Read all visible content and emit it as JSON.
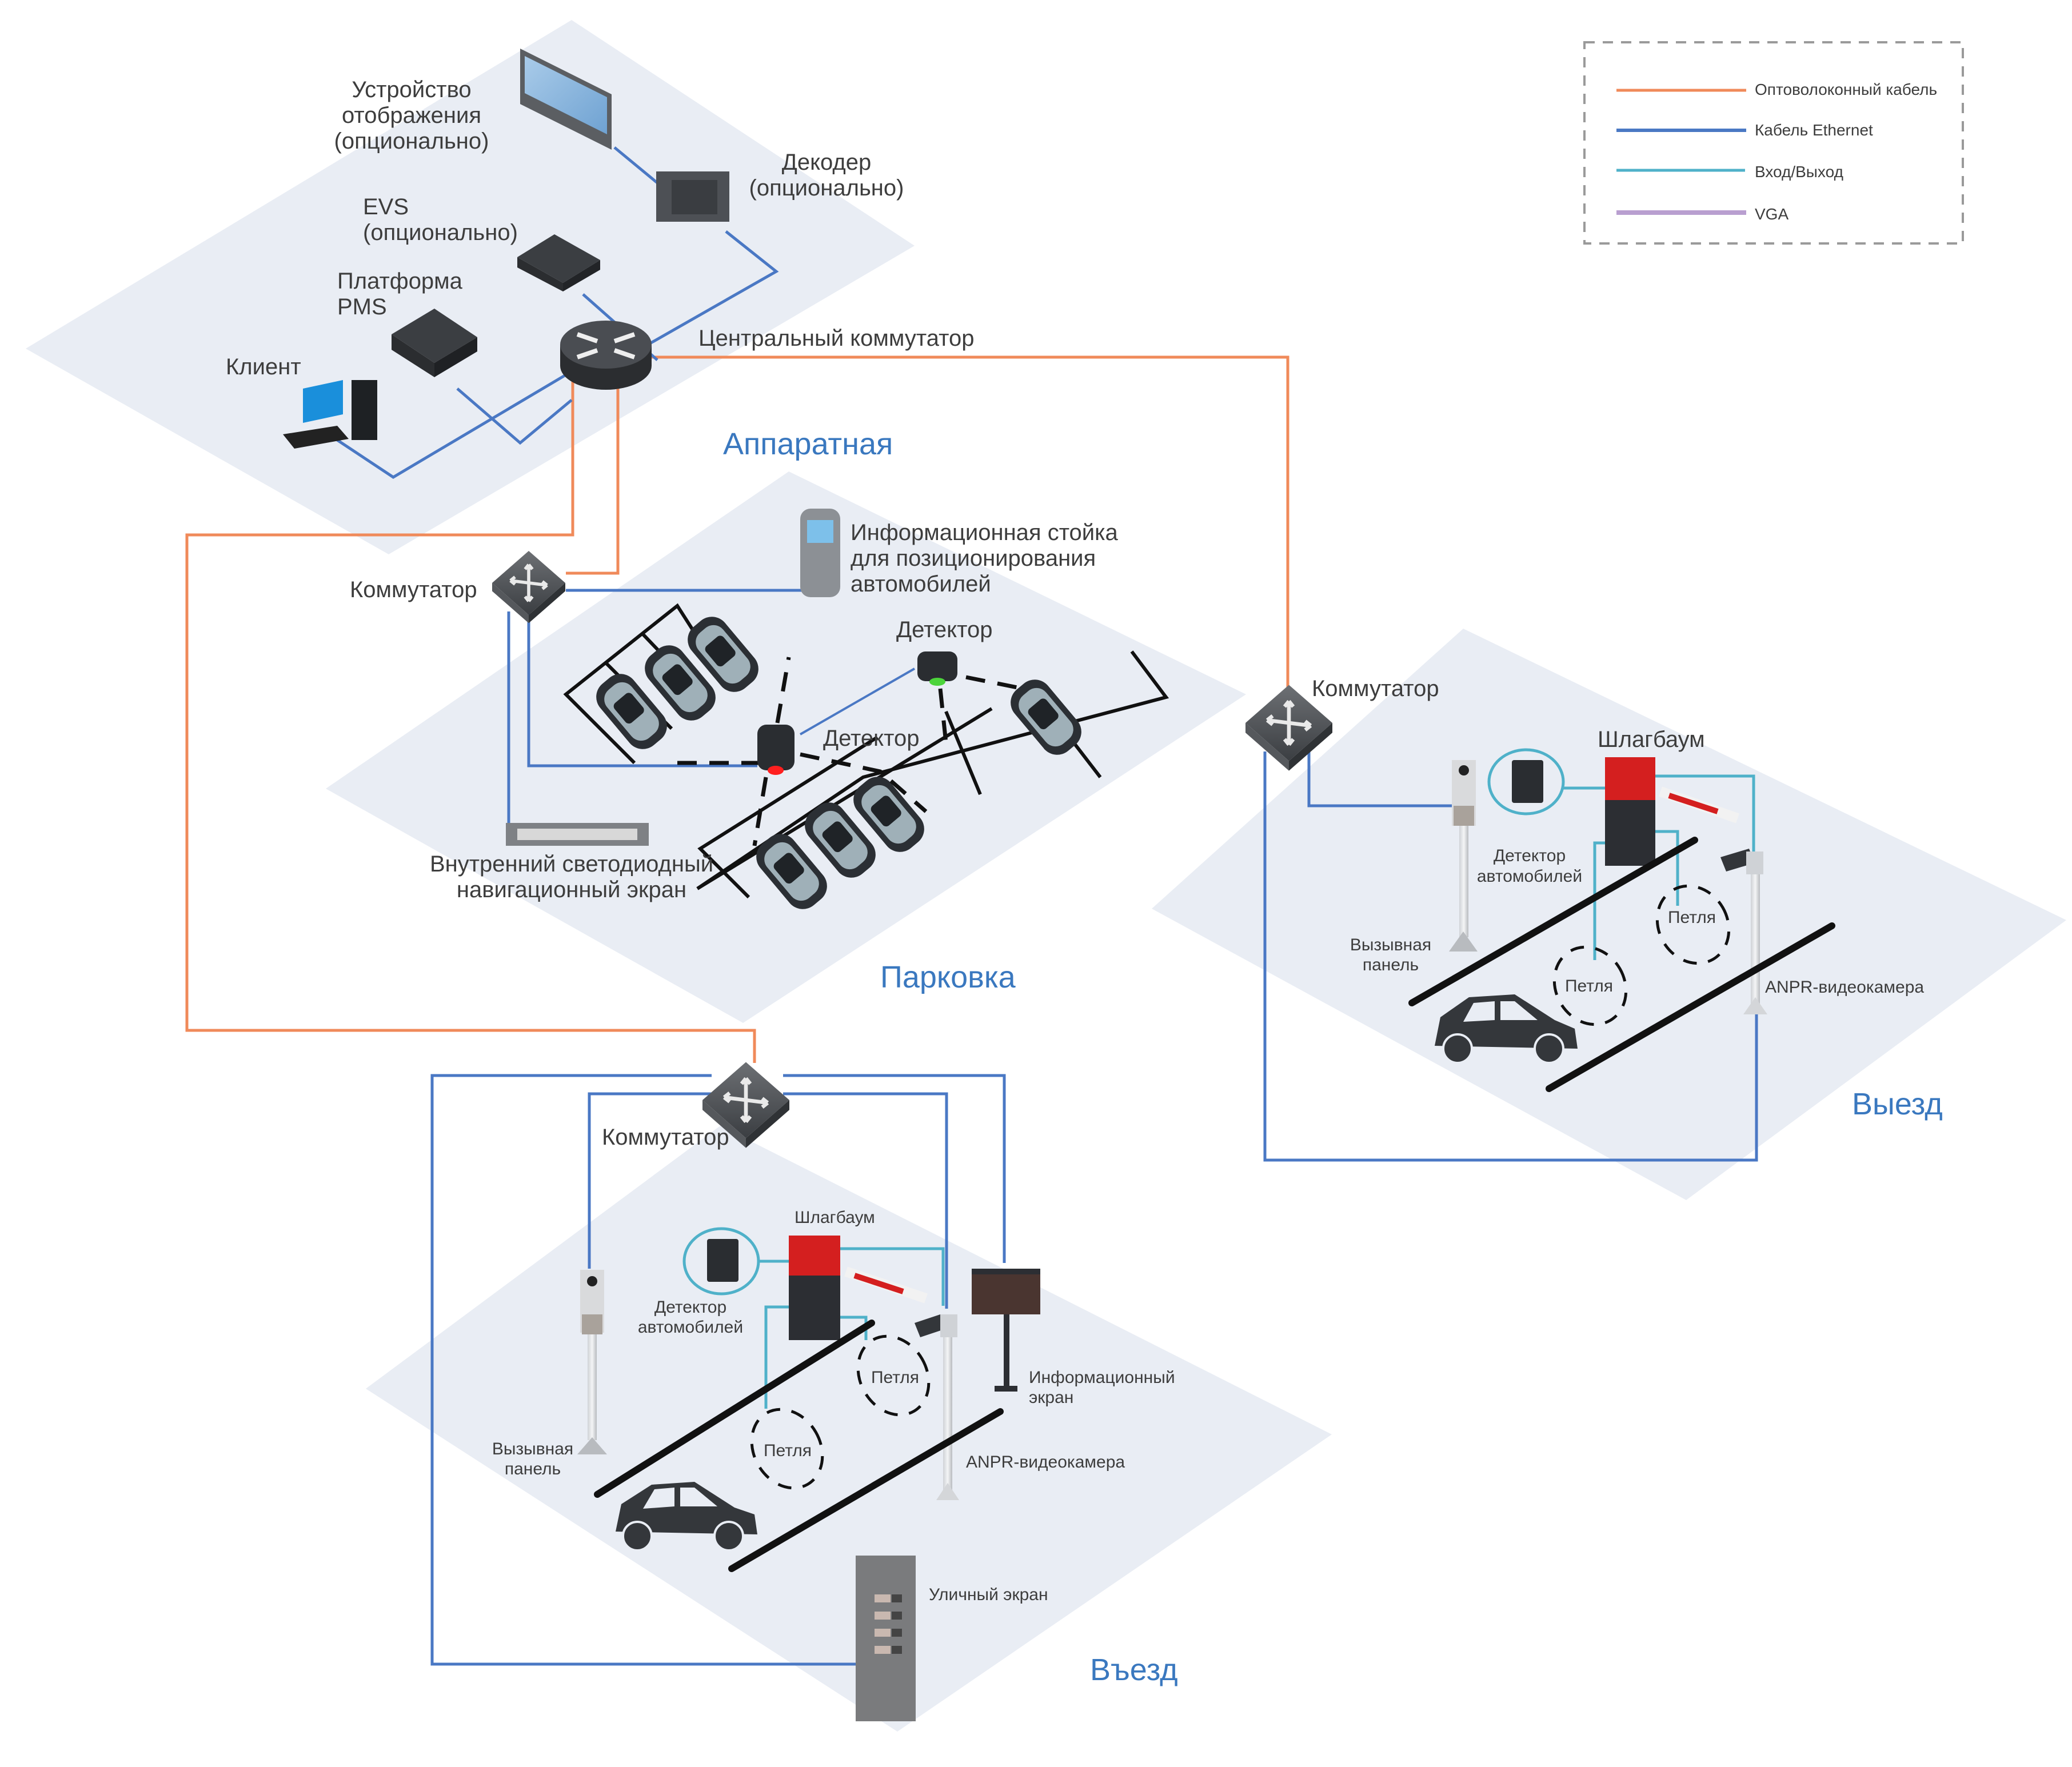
{
  "legend": {
    "items": [
      {
        "label": "Оптоволоконный кабель",
        "color": "#f08a5a"
      },
      {
        "label": "Кабель Ethernet",
        "color": "#4a78c4"
      },
      {
        "label": "Вход/Выход",
        "color": "#4fb1c9"
      },
      {
        "label": "VGA",
        "color": "#b99fd0"
      }
    ]
  },
  "zones": {
    "server_room": "Аппаратная",
    "parking": "Парковка",
    "exit": "Выезд",
    "entrance": "Въезд"
  },
  "server_room": {
    "display_device": [
      "Устройство",
      "отображения",
      "(опционально)"
    ],
    "decoder": [
      "Декодер",
      "(опционально)"
    ],
    "evs": [
      "EVS",
      "(опционально)"
    ],
    "pms": [
      "Платформа",
      "PMS"
    ],
    "client": "Клиент",
    "core_switch": "Центральный коммутатор"
  },
  "parking": {
    "switch": "Коммутатор",
    "kiosk": [
      "Информационная стойка",
      "для позиционирования",
      "автомобилей"
    ],
    "detector_1": "Детектор",
    "detector_2": "Детектор",
    "led_screen": [
      "Внутренний светодиодный",
      "навигационный экран"
    ]
  },
  "exit": {
    "switch": "Коммутатор",
    "barrier": "Шлагбаум",
    "vehicle_detector": [
      "Детектор",
      "автомобилей"
    ],
    "call_panel": [
      "Вызывная",
      "панель"
    ],
    "loop_1": "Петля",
    "loop_2": "Петля",
    "anpr": "ANPR-видеокамера"
  },
  "entrance": {
    "switch": "Коммутатор",
    "barrier": "Шлагбаум",
    "vehicle_detector": [
      "Детектор",
      "автомобилей"
    ],
    "call_panel": [
      "Вызывная",
      "панель"
    ],
    "loop_1": "Петля",
    "loop_2": "Петля",
    "anpr": "ANPR-видеокамера",
    "info_screen": [
      "Информационный",
      "экран"
    ],
    "street_screen": "Уличный экран"
  }
}
